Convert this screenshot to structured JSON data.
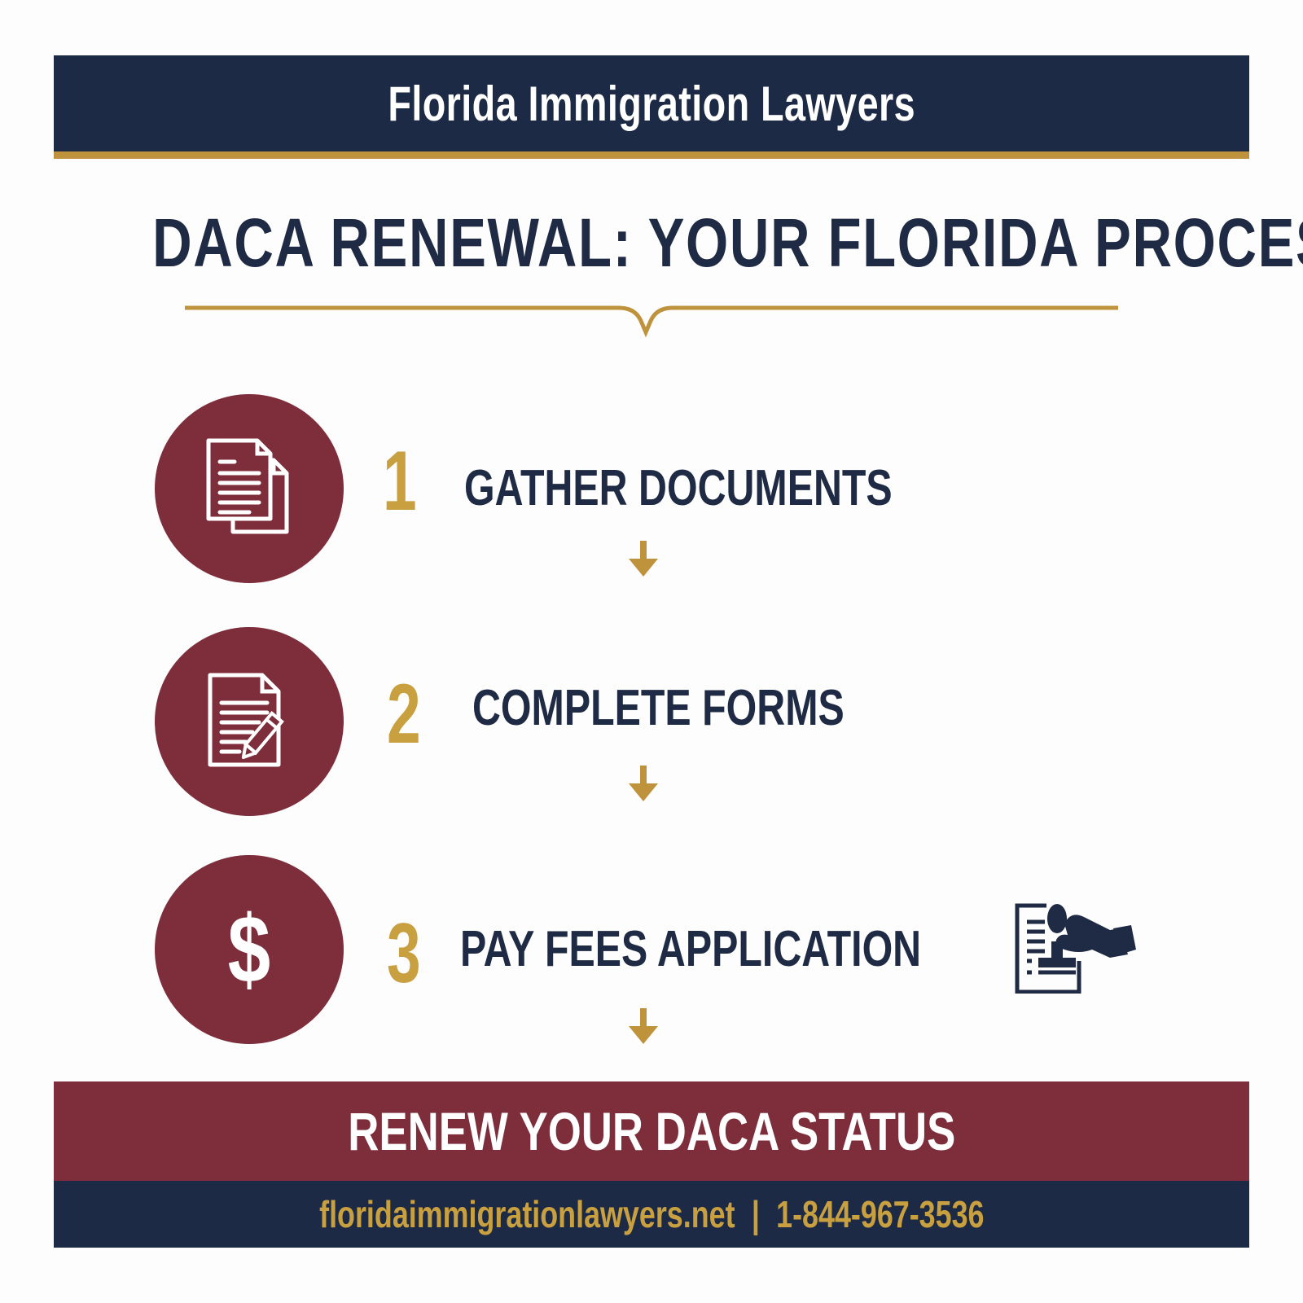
{
  "header": {
    "brand": "Florida Immigration Lawyers"
  },
  "title": "DACA RENEWAL: YOUR FLORIDA PROCESS",
  "steps": [
    {
      "number": "1",
      "label": "GATHER DOCUMENTS",
      "icon": "documents-icon"
    },
    {
      "number": "2",
      "label": "COMPLETE FORMS",
      "icon": "form-pencil-icon"
    },
    {
      "number": "3",
      "label": "PAY FEES APPLICATION",
      "icon": "dollar-icon",
      "dollar": "$"
    }
  ],
  "side_icon": "stamp-approval-icon",
  "cta": {
    "label": "RENEW YOUR DACA STATUS"
  },
  "footer": {
    "website": "floridaimmigrationlawyers.net",
    "separator": "|",
    "phone": "1-844-967-3536"
  },
  "colors": {
    "navy": "#1d2a45",
    "gold": "#bf933c",
    "maroon": "#7e2d3a",
    "background": "#fdfdfd"
  }
}
